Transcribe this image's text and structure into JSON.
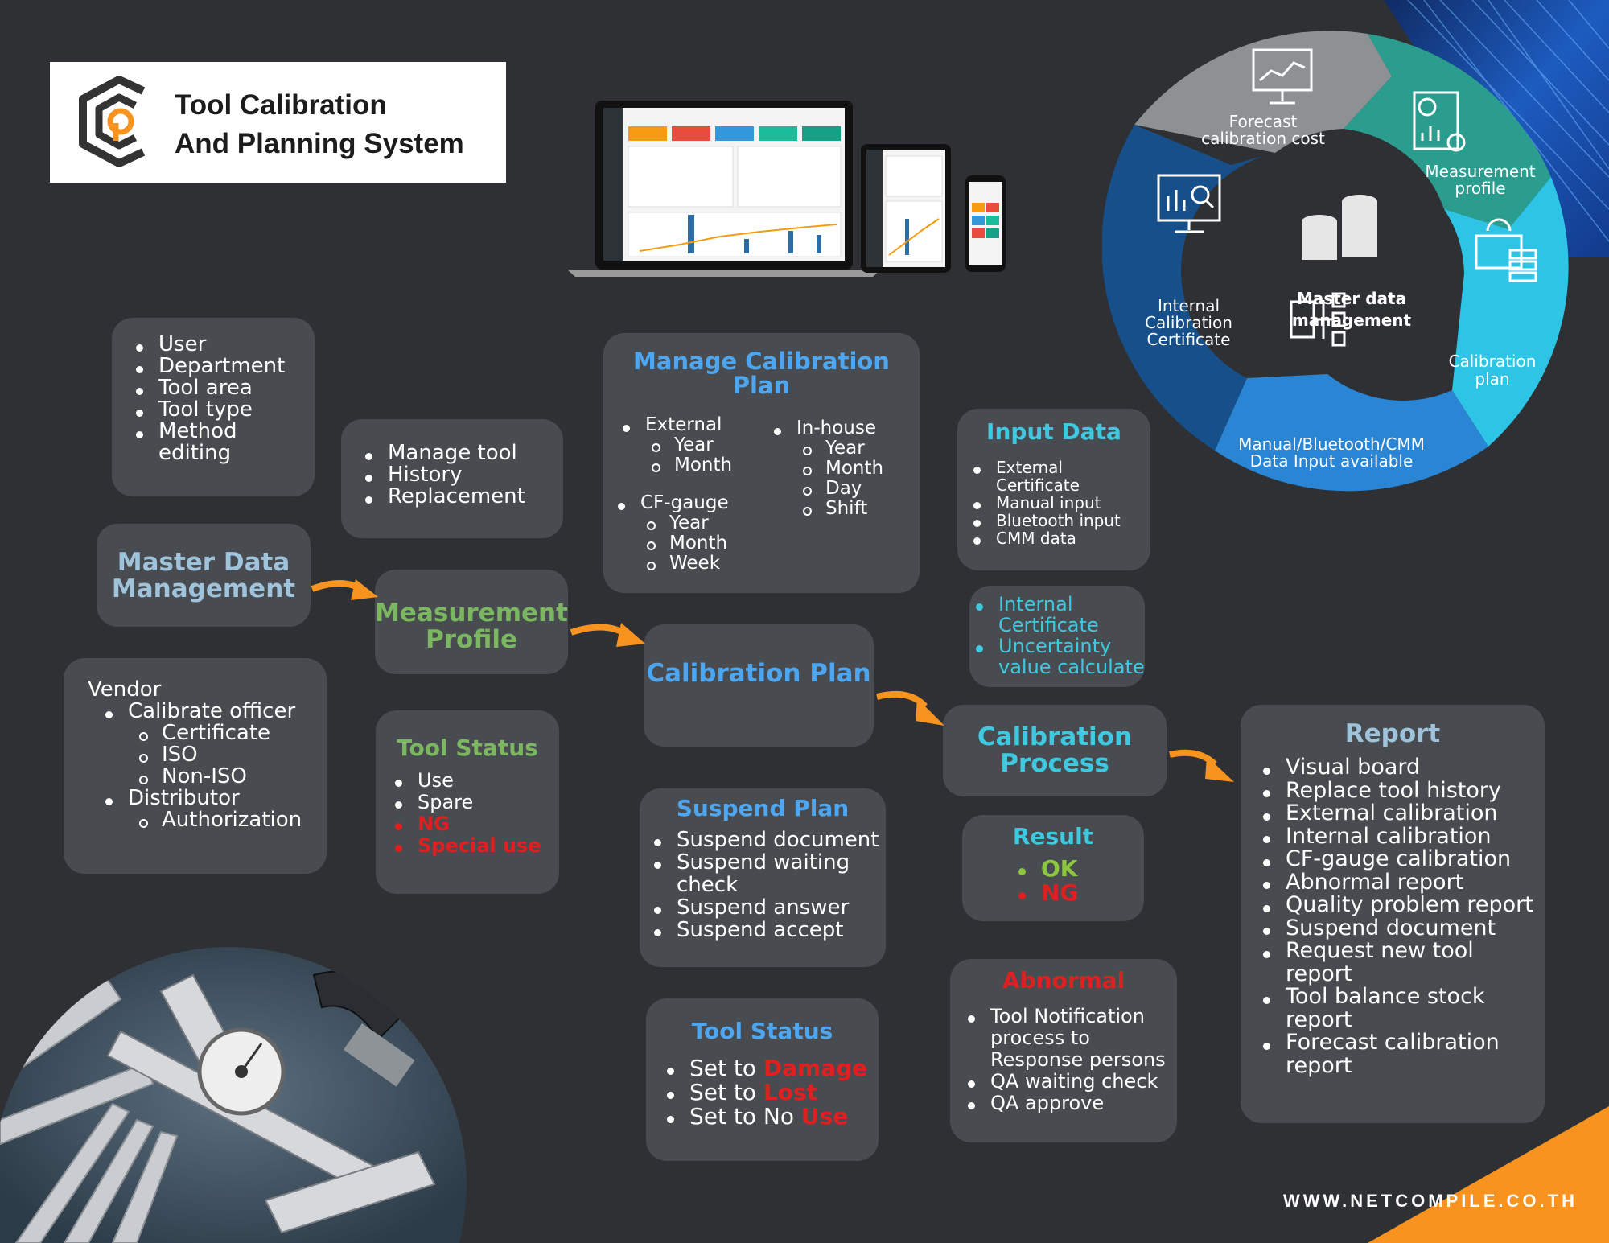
{
  "logo": {
    "line1": "Tool Calibration",
    "line2": "And Planning System"
  },
  "cycle": {
    "center_line1": "Master data",
    "center_line2": "management",
    "segments": {
      "forecast": [
        "Forecast",
        "calibration cost"
      ],
      "measurement": [
        "Measurement",
        "profile"
      ],
      "calibration_plan": [
        "Calibration",
        "plan"
      ],
      "manual": [
        "Manual/Bluetooth/CMM",
        "Data Input available"
      ],
      "internal": [
        "Internal",
        "Calibration",
        "Certificate"
      ]
    }
  },
  "master_items": [
    "User",
    "Department",
    "Tool area",
    "Tool type",
    "Method",
    "editing"
  ],
  "manage_tool": [
    "Manage tool",
    "History",
    "Replacement"
  ],
  "master_title": [
    "Master Data",
    "Management"
  ],
  "vendor": {
    "title": "Vendor",
    "calibrate_officer": "Calibrate officer",
    "officer_sub": [
      "Certificate",
      "ISO",
      "Non-ISO"
    ],
    "distributor": "Distributor",
    "distributor_sub": [
      "Authorization"
    ]
  },
  "measurement_profile": [
    "Measurement",
    "Profile"
  ],
  "tool_status_1": {
    "title": "Tool Status",
    "items": [
      "Use",
      "Spare"
    ],
    "red_items": [
      "NG",
      "Special use"
    ]
  },
  "manage_plan": {
    "title": "Manage Calibration Plan",
    "external": "External",
    "external_sub": [
      "Year",
      "Month"
    ],
    "cfgauge": "CF-gauge",
    "cfgauge_sub": [
      "Year",
      "Month",
      "Week"
    ],
    "inhouse": "In-house",
    "inhouse_sub": [
      "Year",
      "Month",
      "Day",
      "Shift"
    ]
  },
  "calibration_plan": "Calibration Plan",
  "suspend_plan": {
    "title": "Suspend Plan",
    "items": [
      "Suspend document",
      "Suspend waiting",
      "check",
      "Suspend answer",
      "Suspend accept"
    ]
  },
  "tool_status_2": {
    "title": "Tool Status",
    "prefix": [
      "Set to ",
      "Set to ",
      "Set to No "
    ],
    "red": [
      "Damage",
      "Lost",
      "Use"
    ]
  },
  "input_data": {
    "title": "Input Data",
    "items": [
      "External",
      "Certificate",
      "Manual input",
      "Bluetooth input",
      "CMM data"
    ]
  },
  "internal_cert": [
    "Internal",
    "Certificate",
    "Uncertainty",
    "value calculate"
  ],
  "calibration_process": [
    "Calibration",
    "Process"
  ],
  "result": {
    "title": "Result",
    "ok": "OK",
    "ng": "NG"
  },
  "abnormal": {
    "title": "Abnormal",
    "items": [
      "Tool Notification",
      "process to",
      "Response persons",
      "QA waiting check",
      "QA approve"
    ]
  },
  "report": {
    "title": "Report",
    "items": [
      "Visual board",
      "Replace tool history",
      "External calibration",
      "Internal calibration",
      "CF-gauge calibration",
      "Abnormal report",
      "Quality problem report",
      "Suspend document",
      "Request new tool report",
      "Tool balance stock report",
      "Forecast calibration",
      "report"
    ]
  },
  "website": "WWW.NETCOMPILE.CO.TH",
  "colors": {
    "background": "#2e3033",
    "box": "#484b4f",
    "light_blue_title": "#9fc3db",
    "green_title": "#7bb661",
    "blue_title": "#4ea6f0",
    "cyan_title": "#3ec9e0",
    "red": "#e02020",
    "ok_green": "#8dc63f",
    "arrow_orange": "#f7931e"
  }
}
